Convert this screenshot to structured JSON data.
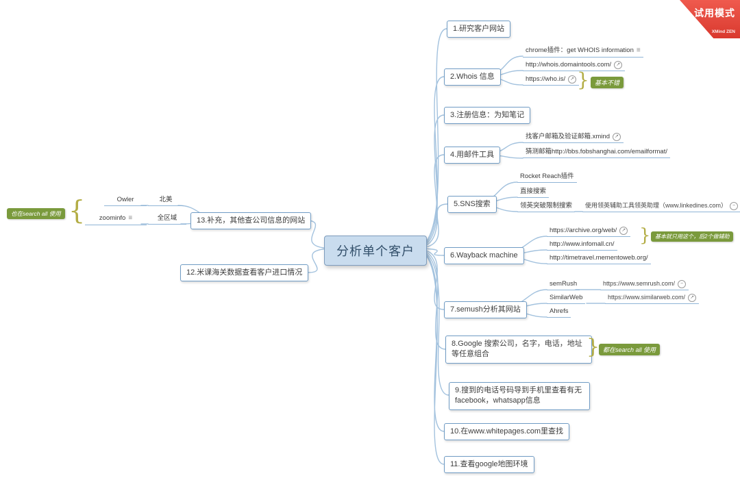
{
  "banner": {
    "title": "试用模式",
    "brand": "XMind ZEN"
  },
  "icons": {
    "notes": "≡",
    "hyperlink": "↗",
    "collapse": "−"
  },
  "root": {
    "label": "分析单个客户"
  },
  "branches": {
    "b1": {
      "label": "1.研究客户网站"
    },
    "b2": {
      "label": "2.Whois 信息",
      "c1": {
        "label": "chrome插件：get WHOIS information"
      },
      "c2": {
        "label": "http://whois.domaintools.com/"
      },
      "c3": {
        "label": "https://who.is/"
      },
      "callout": "基本不错"
    },
    "b3": {
      "label": "3.注册信息：为知笔记"
    },
    "b4": {
      "label": "4.用邮件工具",
      "c1": {
        "label": "找客户邮箱及验证邮箱.xmind"
      },
      "c2": {
        "label": "猜测邮箱http://bbs.fobshanghai.com/emailformat/"
      }
    },
    "b5": {
      "label": "5.SNS搜索",
      "c1": {
        "label": "Rocket Reach插件"
      },
      "c2": {
        "label": "直接搜索"
      },
      "c3": {
        "label": "领英突破限制搜索",
        "sub": "使用领英辅助工具领英助理（www.linkedines.com）"
      }
    },
    "b6": {
      "label": "6.Wayback machine",
      "c1": {
        "label": "https://archive.org/web/"
      },
      "c2": {
        "label": "http://www.infomall.cn/"
      },
      "c3": {
        "label": "http://timetravel.mementoweb.org/"
      },
      "callout": "基本就只用这个，后2个做辅助"
    },
    "b7": {
      "label": "7.semush分析其网站",
      "c1": {
        "label": "semRush",
        "sub": "https://www.semrush.com/"
      },
      "c2": {
        "label": "SimilarWeb",
        "sub": "https://www.similarweb.com/"
      },
      "c3": {
        "label": "Ahrefs"
      }
    },
    "b8": {
      "label": "8.Google 搜索公司，名字，电话，地址等任意组合",
      "callout": "都在search all 使用"
    },
    "b9": {
      "label": "9.搜到的电话号码导到手机里查看有无facebook，whatsapp信息"
    },
    "b10": {
      "label": "10.在www.whitepages.com里查找"
    },
    "b11": {
      "label": "11.查看google地图环境"
    },
    "b12": {
      "label": "12.米课海关数据查看客户进口情况"
    },
    "b13": {
      "label": "13.补充，其他查公司信息的网站",
      "c1": {
        "label": "北美",
        "sub": "Owler"
      },
      "c2": {
        "label": "全区域",
        "sub": "zoominfo"
      },
      "callout": "也在search all 使用"
    }
  }
}
